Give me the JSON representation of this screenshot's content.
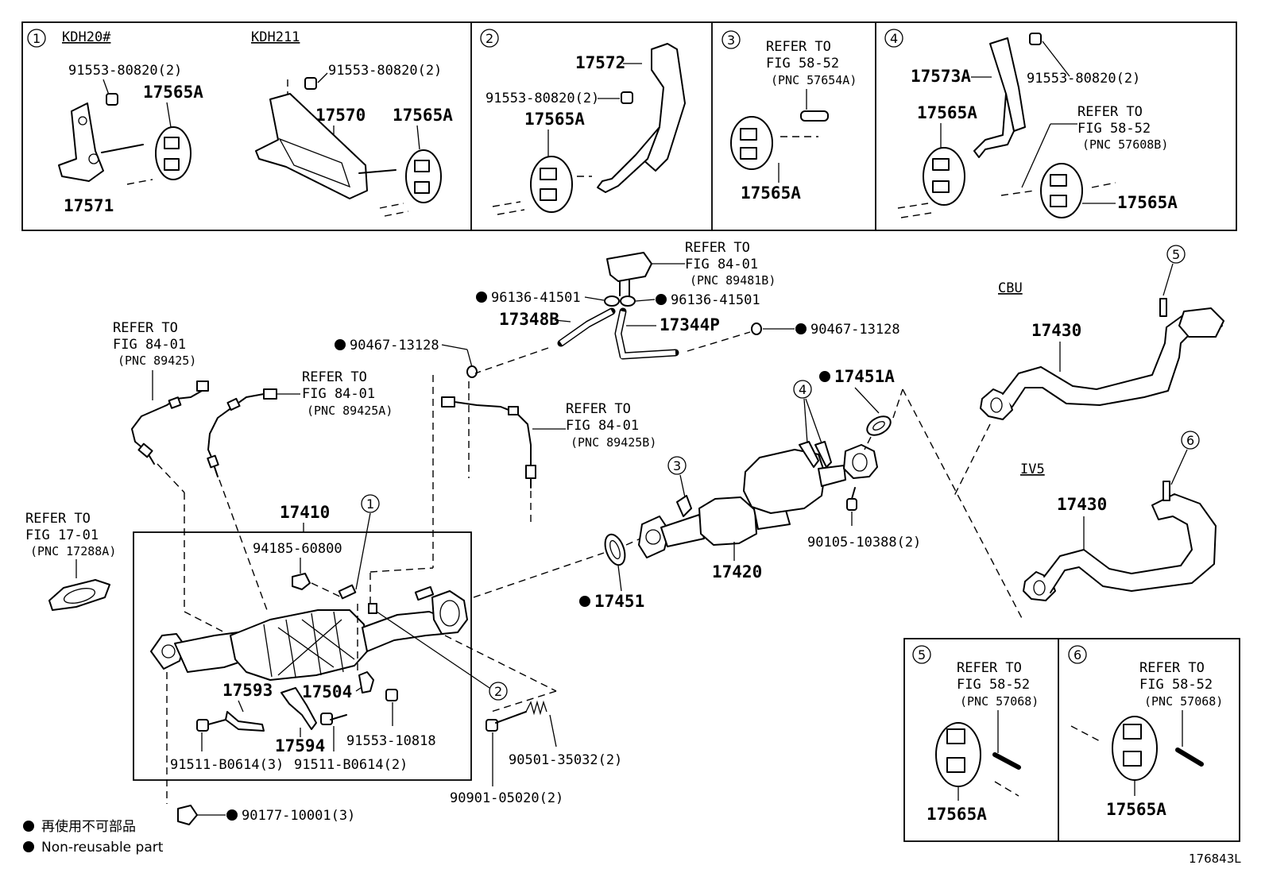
{
  "figure_code": "176843L",
  "legend": {
    "jp": "再使用不可部品",
    "en": "Non-reusable part"
  },
  "inset1": {
    "num": "1",
    "variant_a": "KDH20#",
    "variant_b": "KDH211",
    "bolt_a": "91553-80820(2)",
    "bolt_b": "91553-80820(2)",
    "hanger_a": "17565A",
    "hanger_b": "17565A",
    "bracket_a": "17571",
    "bracket_b": "17570"
  },
  "inset2": {
    "num": "2",
    "bracket": "17572",
    "bolt": "91553-80820(2)",
    "hanger": "17565A"
  },
  "inset3": {
    "num": "3",
    "ref_1": "REFER TO",
    "ref_2": "FIG 58-52",
    "ref_3": "(PNC 57654A)",
    "hanger": "17565A"
  },
  "inset4": {
    "num": "4",
    "bracket": "17573A",
    "bolt": "91553-80820(2)",
    "hanger_a": "17565A",
    "ref_1": "REFER TO",
    "ref_2": "FIG 58-52",
    "ref_3": "(PNC 57608B)",
    "hanger_b": "17565A"
  },
  "inset5": {
    "num": "5",
    "ref_1": "REFER TO",
    "ref_2": "FIG 58-52",
    "ref_3": "(PNC 57068)",
    "hanger": "17565A"
  },
  "inset6": {
    "num": "6",
    "ref_1": "REFER TO",
    "ref_2": "FIG 58-52",
    "ref_3": "(PNC 57068)",
    "hanger": "17565A"
  },
  "main": {
    "sensor_ref_a": {
      "l1": "REFER TO",
      "l2": "FIG 84-01",
      "l3": "(PNC 89481B)"
    },
    "clip_left": "96136-41501",
    "clip_right": "96136-41501",
    "hose_a": "17348B",
    "hose_b": "17344P",
    "clamp_left": "90467-13128",
    "clamp_right": "90467-13128",
    "sensor_ref_b": {
      "l1": "REFER TO",
      "l2": "FIG 84-01",
      "l3": "(PNC 89425)"
    },
    "sensor_ref_c": {
      "l1": "REFER TO",
      "l2": "FIG 84-01",
      "l3": "(PNC 89425A)"
    },
    "sensor_ref_d": {
      "l1": "REFER TO",
      "l2": "FIG 84-01",
      "l3": "(PNC 89425B)"
    },
    "gasket_ref": {
      "l1": "REFER TO",
      "l2": "FIG 17-01",
      "l3": "(PNC 17288A)"
    },
    "converter_assy": "17410",
    "nut": "94185-60800",
    "callout_1": "1",
    "callout_2": "2",
    "callout_3": "3",
    "callout_4": "4",
    "callout_5": "5",
    "callout_6": "6",
    "insulator_a": "17593",
    "insulator_b": "17594",
    "bracket": "17504",
    "bolt_a": "91511-B0614(3)",
    "bolt_b": "91511-B0614(2)",
    "bolt_c": "91553-10818",
    "spring": "90501-35032(2)",
    "bolt_d": "90901-05020(2)",
    "nut_b": "90177-10001(3)",
    "gasket_front": "17451",
    "gasket_rear": "17451A",
    "center_pipe": "17420",
    "bolt_e": "90105-10388(2)",
    "cbu_label": "CBU",
    "iv5_label": "IV5",
    "tail_pipe_a": "17430",
    "tail_pipe_b": "17430"
  }
}
